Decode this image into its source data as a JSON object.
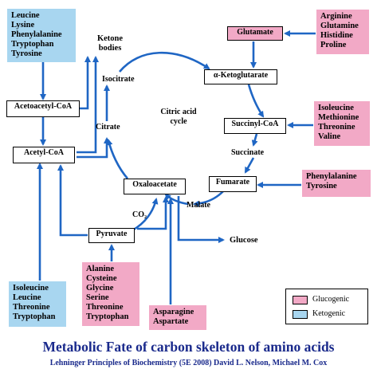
{
  "sources": {
    "ketogenic_top": [
      "Leucine",
      "Lysine",
      "Phenylalanine",
      "Tryptophan",
      "Tyrosine"
    ],
    "glutamate_feeders": [
      "Arginine",
      "Glutamine",
      "Histidine",
      "Proline"
    ],
    "succinyl_feeders": [
      "Isoleucine",
      "Methionine",
      "Threonine",
      "Valine"
    ],
    "fumarate_feeders": [
      "Phenylalanine",
      "Tyrosine"
    ],
    "pyruvate_feeders": [
      "Alanine",
      "Cysteine",
      "Glycine",
      "Serine",
      "Threonine",
      "Tryptophan"
    ],
    "oxaloacetate_feeders": [
      "Asparagine",
      "Aspartate"
    ],
    "acetylcoa_feeders": [
      "Isoleucine",
      "Leucine",
      "Threonine",
      "Tryptophan"
    ]
  },
  "nodes": {
    "acetoacetyl": "Acetoacetyl-CoA",
    "acetyl": "Acetyl-CoA",
    "glutamate": "Glutamate",
    "aketo": "α-Ketoglutarate",
    "succinylcoa": "Succinyl-CoA",
    "fumarate": "Fumarate",
    "oxaloacetate": "Oxaloacetate",
    "pyruvate": "Pyruvate"
  },
  "labels": {
    "ketone_bodies": "Ketone bodies",
    "isocitrate": "Isocitrate",
    "citrate": "Citrate",
    "citric_cycle": "Citric acid cycle",
    "succinate": "Succinate",
    "malate": "Malate",
    "co2": "CO₂",
    "glucose": "Glucose"
  },
  "legend": {
    "glucogenic": "Glucogenic",
    "ketogenic": "Ketogenic"
  },
  "colors": {
    "arrow": "#1f66c4",
    "glucogenic": "#f2a9c6",
    "ketogenic": "#a8d6f0",
    "title": "#1a2a8c"
  },
  "title": "Metabolic Fate of carbon skeleton of amino acids",
  "credit": "Lehninger Principles of Biochemistry (5E 2008) David L. Nelson, Michael M. Cox"
}
